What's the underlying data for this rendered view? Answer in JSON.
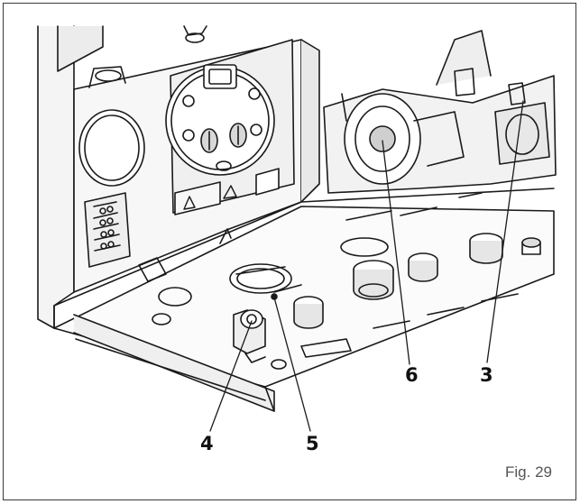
{
  "figure": {
    "caption": "Fig. 29",
    "callouts": {
      "c3": "3",
      "c4": "4",
      "c5": "5",
      "c6": "6"
    }
  }
}
